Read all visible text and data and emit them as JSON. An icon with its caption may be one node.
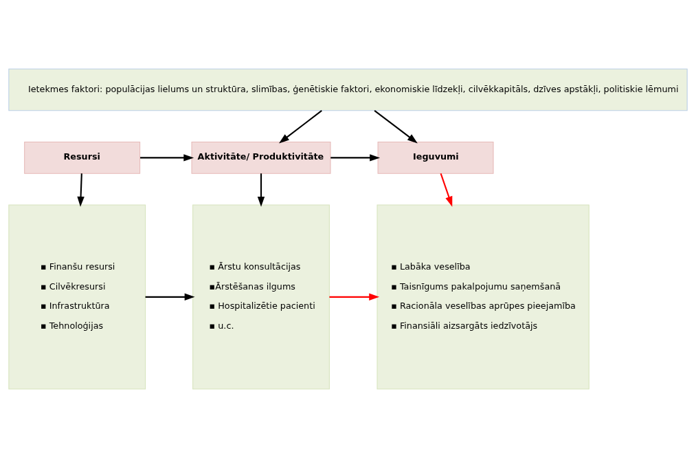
{
  "diagram": {
    "nodes": [
      {
        "text": [
          "Ietekmes faktori: populācijas lielums un struktūra, slimības, ģenētiskie faktori, ekonomiskie līdzekļi, cilvēkkapitāls, dzīves apstākļi, politiskie lēmumi"
        ]
      },
      {
        "text": [
          "Resursi"
        ]
      },
      {
        "text": [
          "Aktivitāte/ Produktivitāte"
        ]
      },
      {
        "text": [
          "Ieguvumi"
        ]
      },
      {
        "text": [
          "▪ Finanšu resursi",
          "▪ Cilvēkresursi",
          "▪ Infrastruktūra",
          "▪ Tehnoloģijas"
        ]
      },
      {
        "text": [
          "▪ Ārstu konsultācijas",
          "▪Ārstēšanas ilgums",
          "▪ Hospitalizētie pacienti",
          "▪ u.c."
        ]
      },
      {
        "text": [
          "▪ Labāka veselība",
          "▪ Taisnīgums pakalpojumu saņemšanā",
          "▪ Racionāla veselības aprūpes pieejamība",
          "▪ Finansiāli aizsargāts iedzīvotājs"
        ]
      }
    ],
    "edges": [
      {
        "from": 0,
        "to": 2,
        "arrow": "to"
      },
      {
        "from": 0,
        "to": 3,
        "arrow": "to"
      },
      {
        "from": 1,
        "to": 2,
        "arrow": "to"
      },
      {
        "from": 2,
        "to": 3,
        "arrow": "to"
      },
      {
        "from": 1,
        "to": 4,
        "arrow": "to"
      },
      {
        "from": 2,
        "to": 5,
        "arrow": "to"
      },
      {
        "from": 3,
        "to": 6,
        "arrow": "to",
        "color": "#ff0000"
      },
      {
        "from": 4,
        "to": 5,
        "arrow": "to"
      },
      {
        "from": 5,
        "to": 6,
        "arrow": "to",
        "color": "#ff0000"
      }
    ]
  }
}
